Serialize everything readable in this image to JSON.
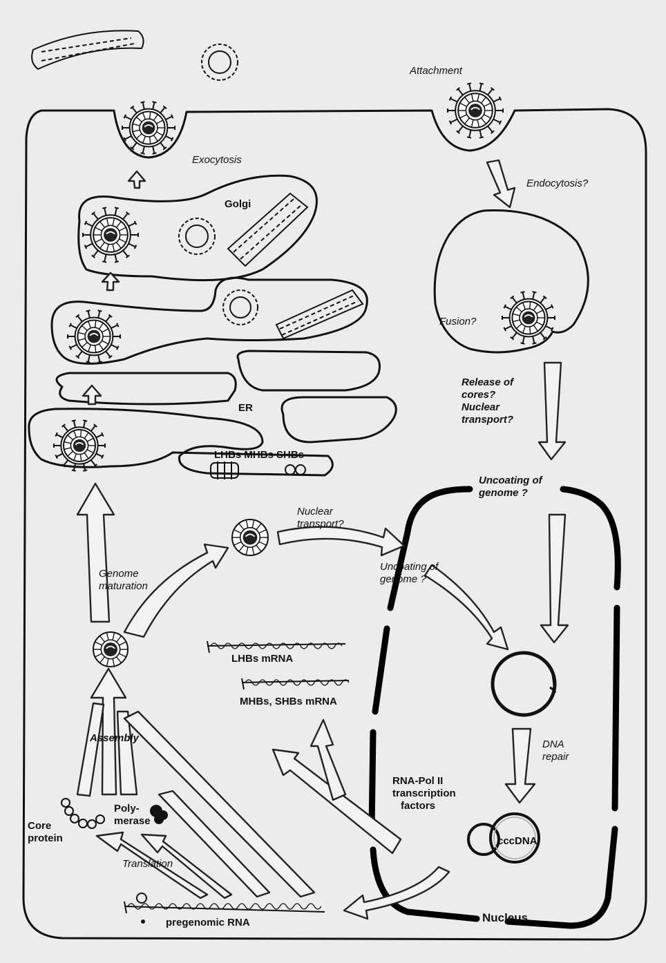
{
  "labels": {
    "attachment": "Attachment",
    "exocytosis": "Exocytosis",
    "endocytosis": "Endocytosis?",
    "golgi": "Golgi",
    "fusion": "Fusion?",
    "release_1": "Release of",
    "release_2": "cores?",
    "release_3": "Nuclear",
    "release_4": "transport?",
    "er": "ER",
    "surface_proteins": "LHBs MHBs SHBs",
    "uncoating_top_1": "Uncoating of",
    "uncoating_top_2": "genome ?",
    "nuclear_transport_1": "Nuclear",
    "nuclear_transport_2": "transport?",
    "uncoating_mid_1": "Uncoating of",
    "uncoating_mid_2": "genome ?",
    "genome_maturation_1": "Genome",
    "genome_maturation_2": "maturation",
    "lhbs_mrna": "LHBs mRNA",
    "mhbs_shbs_mrna": "MHBs, SHBs mRNA",
    "assembly": "Assembly",
    "dna_repair_1": "DNA",
    "dna_repair_2": "repair",
    "rna_pol_1": "RNA-Pol II",
    "rna_pol_2": "transcription",
    "rna_pol_3": "factors",
    "polymerase_1": "Poly-",
    "polymerase_2": "merase",
    "core_protein_1": "Core",
    "core_protein_2": "protein",
    "cccdna": "cccDNA",
    "translation": "Translation",
    "pregenomic_rna": "pregenomic RNA",
    "nucleus": "Nucleus"
  },
  "colors": {
    "ink": "#111111",
    "paper": "#ececec",
    "arrow_fill": "#f2f2f2"
  }
}
